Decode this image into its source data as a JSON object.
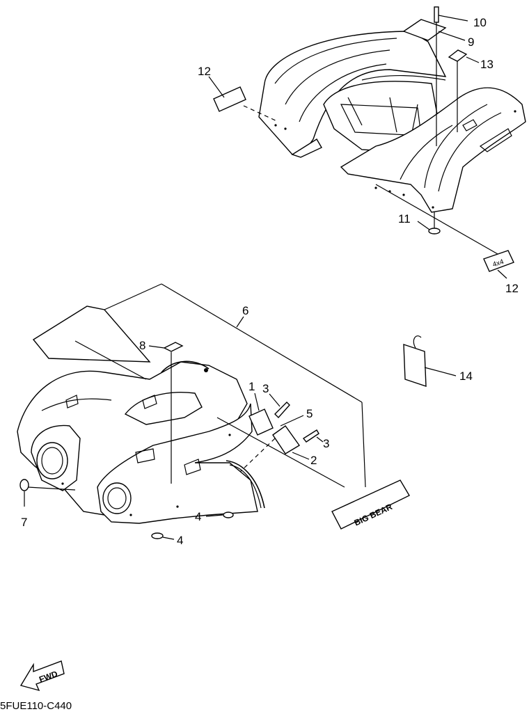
{
  "diagram": {
    "drawing_code": "5FUE110-C440",
    "direction_label": "FWD",
    "decal_rear_text": "4x4",
    "decal_front_text": "BIG BEAR",
    "callouts": [
      {
        "id": "c10",
        "label": "10"
      },
      {
        "id": "c9",
        "label": "9"
      },
      {
        "id": "c13",
        "label": "13"
      },
      {
        "id": "c12a",
        "label": "12"
      },
      {
        "id": "c11",
        "label": "11"
      },
      {
        "id": "c12b",
        "label": "12"
      },
      {
        "id": "c6",
        "label": "6"
      },
      {
        "id": "c8",
        "label": "8"
      },
      {
        "id": "c14",
        "label": "14"
      },
      {
        "id": "c1",
        "label": "1"
      },
      {
        "id": "c3a",
        "label": "3"
      },
      {
        "id": "c5",
        "label": "5"
      },
      {
        "id": "c3b",
        "label": "3"
      },
      {
        "id": "c2",
        "label": "2"
      },
      {
        "id": "c7",
        "label": "7"
      },
      {
        "id": "c4a",
        "label": "4"
      },
      {
        "id": "c4b",
        "label": "4"
      }
    ]
  }
}
